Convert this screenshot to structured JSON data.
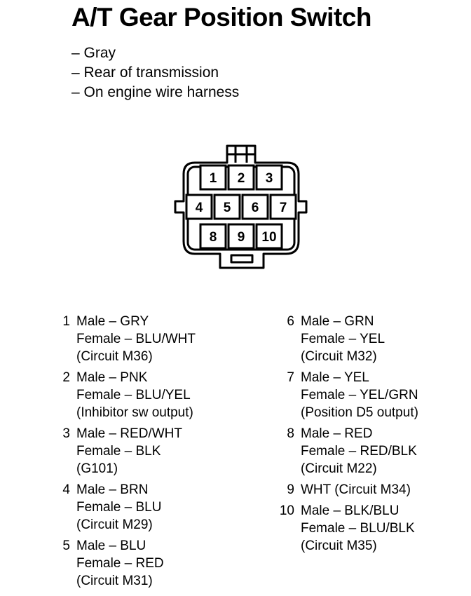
{
  "title": "A/T Gear Position Switch",
  "notes": [
    "– Gray",
    "– Rear of transmission",
    "– On engine wire harness"
  ],
  "connector_pins": [
    "1",
    "2",
    "3",
    "4",
    "5",
    "6",
    "7",
    "8",
    "9",
    "10"
  ],
  "pins_left": [
    {
      "num": "1",
      "lines": [
        "Male – GRY",
        "Female – BLU/WHT",
        "(Circuit M36)"
      ]
    },
    {
      "num": "2",
      "lines": [
        "Male – PNK",
        "Female – BLU/YEL",
        "(Inhibitor sw output)"
      ]
    },
    {
      "num": "3",
      "lines": [
        "Male – RED/WHT",
        "Female – BLK",
        "(G101)"
      ]
    },
    {
      "num": "4",
      "lines": [
        "Male – BRN",
        "Female – BLU",
        "(Circuit M29)"
      ]
    },
    {
      "num": "5",
      "lines": [
        "Male – BLU",
        "Female – RED",
        "(Circuit M31)"
      ]
    }
  ],
  "pins_right": [
    {
      "num": "6",
      "lines": [
        "Male – GRN",
        "Female – YEL",
        "(Circuit M32)"
      ]
    },
    {
      "num": "7",
      "lines": [
        "Male – YEL",
        "Female – YEL/GRN",
        "(Position D5 output)"
      ]
    },
    {
      "num": "8",
      "lines": [
        "Male – RED",
        "Female – RED/BLK",
        "(Circuit M22)"
      ]
    },
    {
      "num": "9",
      "lines": [
        "WHT (Circuit M34)"
      ]
    },
    {
      "num": "10",
      "lines": [
        "Male – BLK/BLU",
        "Female – BLU/BLK",
        "(Circuit M35)"
      ]
    }
  ]
}
